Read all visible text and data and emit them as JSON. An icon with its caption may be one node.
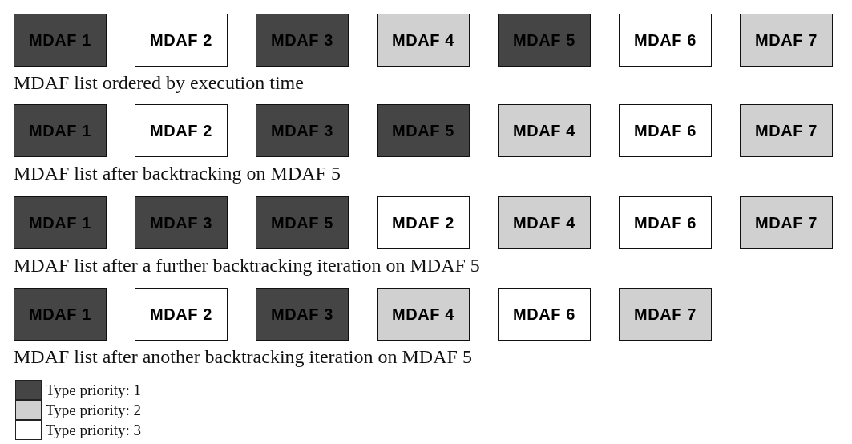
{
  "diagram": {
    "nodes": [
      {
        "text": [
          "MDAF 1"
        ]
      },
      {
        "text": [
          "MDAF 2"
        ]
      },
      {
        "text": [
          "MDAF 3"
        ]
      },
      {
        "text": [
          "MDAF 4"
        ]
      },
      {
        "text": [
          "MDAF 5"
        ]
      },
      {
        "text": [
          "MDAF 6"
        ]
      },
      {
        "text": [
          "MDAF 7"
        ]
      },
      {
        "text": [
          "MDAF 1"
        ]
      },
      {
        "text": [
          "MDAF 2"
        ]
      },
      {
        "text": [
          "MDAF 3"
        ]
      },
      {
        "text": [
          "MDAF 5"
        ]
      },
      {
        "text": [
          "MDAF 4"
        ]
      },
      {
        "text": [
          "MDAF 6"
        ]
      },
      {
        "text": [
          "MDAF 7"
        ]
      },
      {
        "text": [
          "MDAF 1"
        ]
      },
      {
        "text": [
          "MDAF 3"
        ]
      },
      {
        "text": [
          "MDAF 5"
        ]
      },
      {
        "text": [
          "MDAF 2"
        ]
      },
      {
        "text": [
          "MDAF 4"
        ]
      },
      {
        "text": [
          "MDAF 6"
        ]
      },
      {
        "text": [
          "MDAF 7"
        ]
      },
      {
        "text": [
          "MDAF 1"
        ]
      },
      {
        "text": [
          "MDAF 2"
        ]
      },
      {
        "text": [
          "MDAF 3"
        ]
      },
      {
        "text": [
          "MDAF 4"
        ]
      },
      {
        "text": [
          "MDAF 6"
        ]
      },
      {
        "text": [
          "MDAF 7"
        ]
      }
    ],
    "labels": [
      "MDAF list ordered by execution time",
      "MDAF list after backtracking on MDAF 5",
      "MDAF list after a further backtracking iteration on MDAF 5",
      "MDAF list after another backtracking iteration on MDAF 5"
    ],
    "legend": [
      {
        "text": "Type priority: 1",
        "color": "#454545"
      },
      {
        "text": "Type priority: 2",
        "color": "#d0d0d0"
      },
      {
        "text": "Type priority: 3",
        "color": "#ffffff"
      }
    ]
  }
}
